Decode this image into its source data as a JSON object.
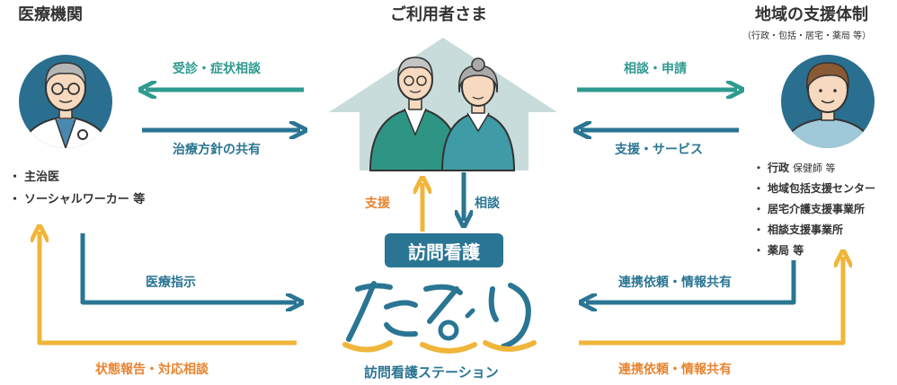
{
  "titles": {
    "medical": "医療機関",
    "user": "ご利用者さま",
    "local": "地域の支援体制",
    "local_sub": "（行政・包括・居宅・薬局 等）"
  },
  "arrows": {
    "consult_symptoms": "受診・症状相談",
    "treatment_policy": "治療方針の共有",
    "consult_apply": "相談・申請",
    "support_service": "支援・サービス",
    "support": "支援",
    "consult": "相談",
    "medical_instruction": "医療指示",
    "status_report": "状態報告・対応相談",
    "cooperation_1": "連携依頼・情報共有",
    "cooperation_2": "連携依頼・情報共有"
  },
  "medical_list": [
    {
      "text": "主治医",
      "sub": ""
    },
    {
      "text": "ソーシャルワーカー 等",
      "sub": ""
    }
  ],
  "local_list": [
    {
      "text": "行政",
      "sub": "保健師 等"
    },
    {
      "text": "地域包括支援センター",
      "sub": ""
    },
    {
      "text": "居宅介護支援事業所",
      "sub": ""
    },
    {
      "text": "相談支援事業所",
      "sub": ""
    },
    {
      "text": "薬局 等",
      "sub": ""
    }
  ],
  "center": {
    "badge": "訪問看護",
    "station": "訪問看護ステーション",
    "logo_alt": "たより"
  },
  "colors": {
    "teal": "#2f9a8f",
    "blue": "#2a7593",
    "orange": "#e8842f",
    "yellow": "#f0b53a",
    "house": "#c8dcdc"
  }
}
